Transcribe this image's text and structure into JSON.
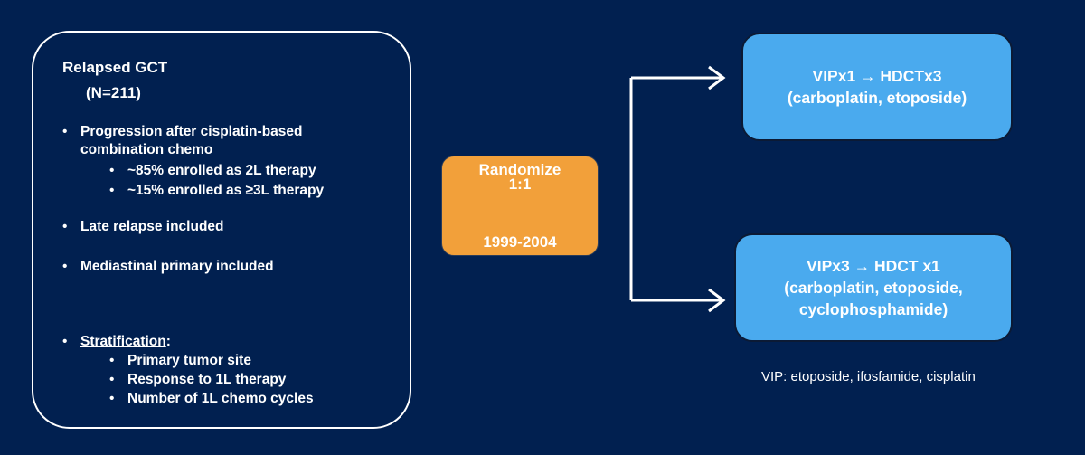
{
  "panel": {
    "title": "Relapsed GCT",
    "n": "(N=211)",
    "bullet_glyph": "•",
    "bullets": {
      "progression_l1": "Progression after cisplatin-based",
      "progression_l2": "combination chemo",
      "sub_2l": "~85% enrolled as 2L therapy",
      "sub_3l": "~15% enrolled as ≥3L therapy",
      "late_relapse": "Late relapse included",
      "mediastinal": "Mediastinal primary included",
      "stratification": "Stratification",
      "stratification_colon": ":",
      "strat_site": "Primary tumor site",
      "strat_response": "Response to 1L therapy",
      "strat_cycles": "Number of 1L chemo cycles"
    }
  },
  "randomize": {
    "line1": "Randomize",
    "line2": "1:1",
    "years": "1999-2004"
  },
  "arms": [
    {
      "line1": "VIPx1 → HDCTx3",
      "line2": "(carboplatin, etoposide)"
    },
    {
      "line1": "VIPx3 → HDCT x1",
      "line2": "(carboplatin, etoposide,",
      "line3": "cyclophosphamide)"
    }
  ],
  "footnote": "VIP: etoposide, ifosfamide, cisplatin",
  "colors": {
    "background": "#012050",
    "randomize_fill": "#f2a03a",
    "arm_fill": "#4aaaee",
    "connector": "#ffffff"
  }
}
